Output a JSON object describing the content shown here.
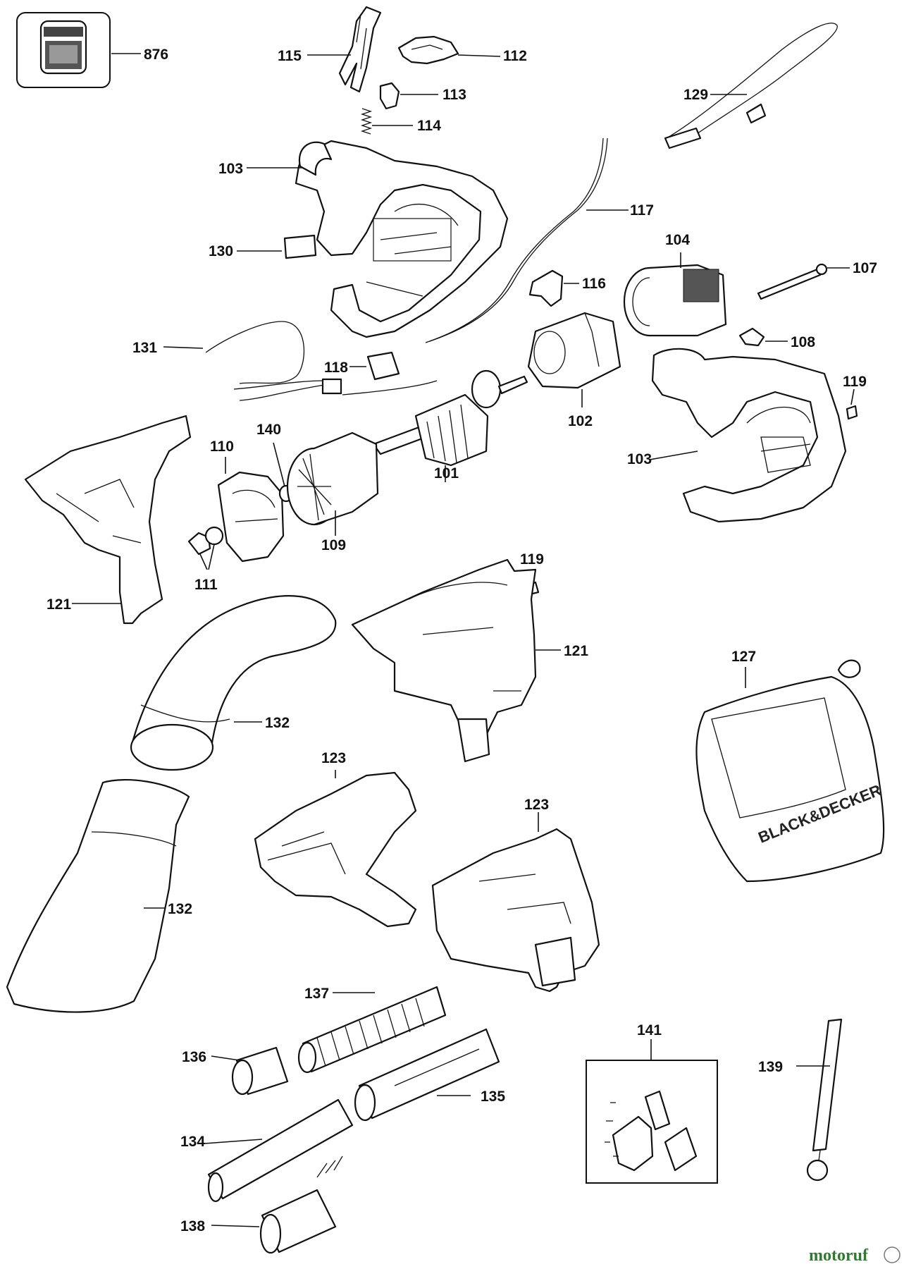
{
  "diagram": {
    "watermark": "motoruf",
    "brand_text": "BLACK&DECKER",
    "labels": [
      {
        "id": "l876",
        "text": "876"
      },
      {
        "id": "l115",
        "text": "115"
      },
      {
        "id": "l112",
        "text": "112"
      },
      {
        "id": "l113",
        "text": "113"
      },
      {
        "id": "l114",
        "text": "114"
      },
      {
        "id": "l129",
        "text": "129"
      },
      {
        "id": "l103a",
        "text": "103"
      },
      {
        "id": "l117",
        "text": "117"
      },
      {
        "id": "l104",
        "text": "104"
      },
      {
        "id": "l130",
        "text": "130"
      },
      {
        "id": "l107",
        "text": "107"
      },
      {
        "id": "l116",
        "text": "116"
      },
      {
        "id": "l108",
        "text": "108"
      },
      {
        "id": "l131",
        "text": "131"
      },
      {
        "id": "l118",
        "text": "118"
      },
      {
        "id": "l119a",
        "text": "119"
      },
      {
        "id": "l102",
        "text": "102"
      },
      {
        "id": "l140",
        "text": "140"
      },
      {
        "id": "l110",
        "text": "110"
      },
      {
        "id": "l103b",
        "text": "103"
      },
      {
        "id": "l101",
        "text": "101"
      },
      {
        "id": "l109",
        "text": "109"
      },
      {
        "id": "l119b",
        "text": "119"
      },
      {
        "id": "l111",
        "text": "111"
      },
      {
        "id": "l121a",
        "text": "121"
      },
      {
        "id": "l121b",
        "text": "121"
      },
      {
        "id": "l127",
        "text": "127"
      },
      {
        "id": "l132a",
        "text": "132"
      },
      {
        "id": "l123a",
        "text": "123"
      },
      {
        "id": "l123b",
        "text": "123"
      },
      {
        "id": "l132b",
        "text": "132"
      },
      {
        "id": "l137",
        "text": "137"
      },
      {
        "id": "l141",
        "text": "141"
      },
      {
        "id": "l136",
        "text": "136"
      },
      {
        "id": "l139",
        "text": "139"
      },
      {
        "id": "l135",
        "text": "135"
      },
      {
        "id": "l134",
        "text": "134"
      },
      {
        "id": "l138",
        "text": "138"
      }
    ]
  }
}
